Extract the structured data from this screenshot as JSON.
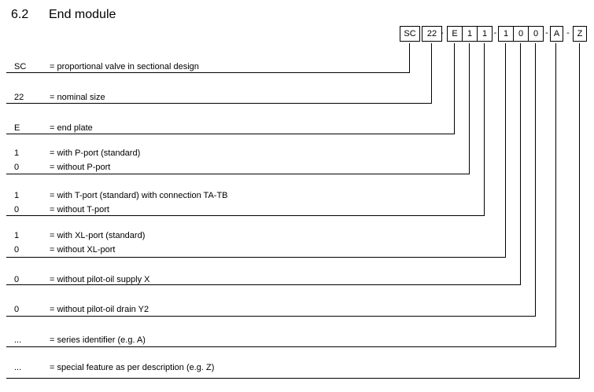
{
  "heading": {
    "number": "6.2",
    "title": "End module"
  },
  "code": {
    "hyphen": "-",
    "boxes": [
      "SC",
      "22",
      "E",
      "1",
      "1",
      "1",
      "0",
      "0",
      "A",
      "Z"
    ],
    "full_code": "SC22-E11-100-A-Z"
  },
  "rows": [
    {
      "lines": [
        {
          "code": "SC",
          "desc": "= proportional valve in sectional design"
        }
      ]
    },
    {
      "lines": [
        {
          "code": "22",
          "desc": "= nominal size"
        }
      ]
    },
    {
      "lines": [
        {
          "code": "E",
          "desc": "= end plate"
        }
      ]
    },
    {
      "lines": [
        {
          "code": "1",
          "desc": "= with P-port (standard)"
        },
        {
          "code": "0",
          "desc": "= without P-port"
        }
      ]
    },
    {
      "lines": [
        {
          "code": "1",
          "desc": "= with T-port (standard) with connection TA-TB"
        },
        {
          "code": "0",
          "desc": "= without T-port"
        }
      ]
    },
    {
      "lines": [
        {
          "code": "1",
          "desc": "= with XL-port (standard)"
        },
        {
          "code": "0",
          "desc": "= without XL-port"
        }
      ]
    },
    {
      "lines": [
        {
          "code": "0",
          "desc": "= without pilot-oil supply X"
        }
      ]
    },
    {
      "lines": [
        {
          "code": "0",
          "desc": "= without pilot-oil drain Y2"
        }
      ]
    },
    {
      "lines": [
        {
          "code": "...",
          "desc": "= series identifier (e.g. A)"
        }
      ]
    },
    {
      "lines": [
        {
          "code": "...",
          "desc": "= special feature as per description (e.g. Z)"
        }
      ]
    }
  ],
  "colors": {
    "ink": "#000000",
    "background": "#ffffff"
  }
}
